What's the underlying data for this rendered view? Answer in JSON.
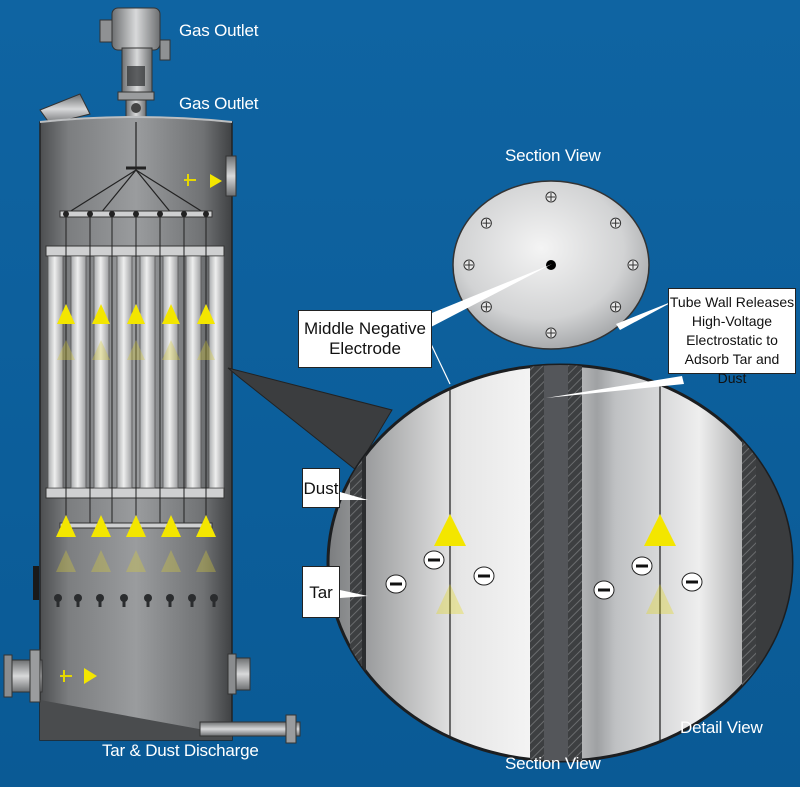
{
  "labels": {
    "gas_outlet_top": "Gas Outlet",
    "gas_outlet_mid": "Gas Outlet",
    "section_view_top": "Section View",
    "section_view_bottom": "Section View",
    "detail_view": "Detail View",
    "discharge": "Tar & Dust Discharge",
    "middle_negative_electrode": "Middle Negative\nElectrode",
    "tube_wall": "Tube Wall Releases\nHigh-Voltage\nElectrostatic to\nAdsorb Tar and Dust",
    "dust": "Dust",
    "tar": "Tar"
  },
  "colors": {
    "background": "#0f64a2",
    "vessel": "#8a8c8e",
    "arrow": "#f3e600",
    "callout": "#ffffff"
  },
  "icons": [
    "flow-arrow-icon",
    "negative-charge-icon",
    "bolt-icon",
    "flange-icon"
  ]
}
